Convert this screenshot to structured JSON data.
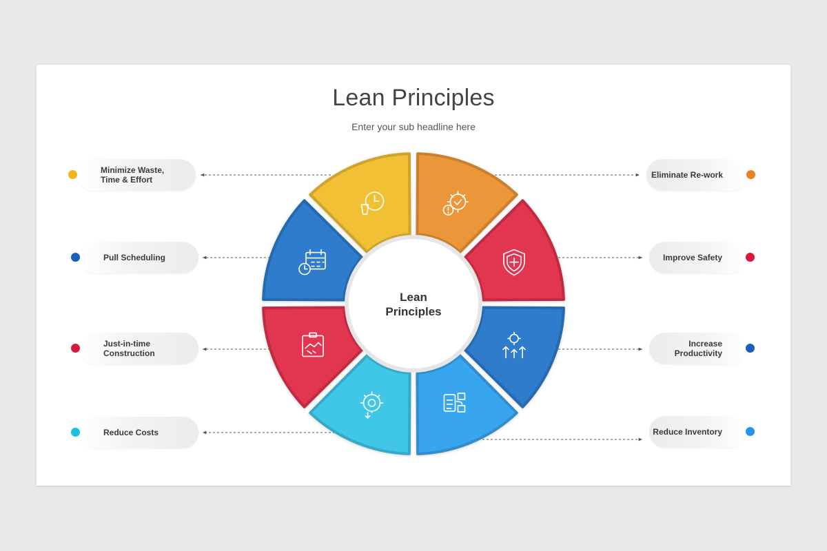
{
  "title": "Lean Principles",
  "subtitle": "Enter your sub headline here",
  "center_label": [
    "Lean",
    "Principles"
  ],
  "colors": {
    "yellow": "#f2c036",
    "orange": "#eb9637",
    "red": "#e2344f",
    "blue_dark": "#2f7ccb",
    "blue_light": "#39a6ee",
    "cyan": "#3fc7e8"
  },
  "left_items": [
    {
      "label": "Minimize Waste,\nTime & Effort",
      "dot_color": "#f2b51e",
      "icon": "clock-cup-icon"
    },
    {
      "label": "Pull Scheduling",
      "dot_color": "#1b5fb6",
      "icon": "calendar-clock-icon"
    },
    {
      "label": "Just-in-time\nConstruction",
      "dot_color": "#d8193e",
      "icon": "handshake-clipboard-icon"
    },
    {
      "label": "Reduce Costs",
      "dot_color": "#1fbfe3",
      "icon": "gear-coin-icon"
    }
  ],
  "right_items": [
    {
      "label": "Eliminate Re-work",
      "dot_color": "#e88222",
      "icon": "gear-check-icon"
    },
    {
      "label": "Improve Safety",
      "dot_color": "#d8193e",
      "icon": "shield-icon"
    },
    {
      "label": "Increase\nProductivity",
      "dot_color": "#1b5fb6",
      "icon": "growth-gear-icon"
    },
    {
      "label": "Reduce Inventory",
      "dot_color": "#2196ef",
      "icon": "clipboard-boxes-icon"
    }
  ]
}
